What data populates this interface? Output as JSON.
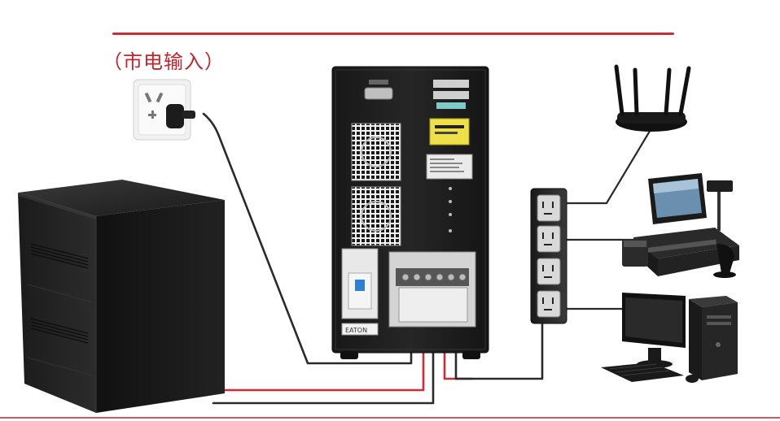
{
  "title": "（市电输入）",
  "colors": {
    "accent": "#c23038",
    "cable_black": "#2a2a2a",
    "cable_red": "#d12b37",
    "ups_body": "#1c1c1c",
    "battery_cabinet": "#202020"
  },
  "devices": {
    "wall_socket": "wall-socket",
    "battery_cabinet": "battery-cabinet",
    "ups": "ups-tower",
    "power_strip": "power-strip",
    "router": "wifi-router",
    "pos": "pos-terminal",
    "pc": "desktop-computer"
  },
  "ups_labels": {
    "brand": "EATON"
  }
}
